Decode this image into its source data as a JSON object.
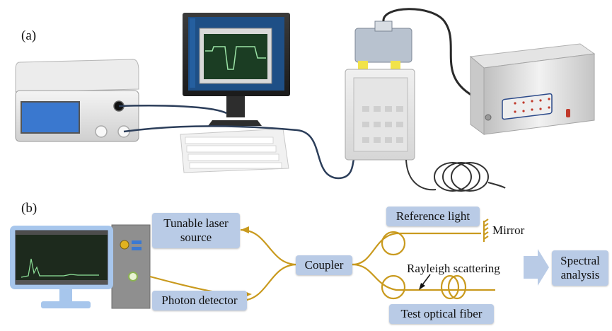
{
  "panel_a": {
    "label": "(a)"
  },
  "panel_b": {
    "label": "(b)",
    "blocks": {
      "tunable_laser": "Tunable laser source",
      "photon_detector": "Photon detector",
      "coupler": "Coupler",
      "reference_light": "Reference light",
      "test_fiber": "Test optical fiber",
      "spectral": "Spectral analysis"
    },
    "labels": {
      "mirror": "Mirror",
      "rayleigh": "Rayleigh scattering"
    }
  },
  "colors": {
    "box_fill": "#b9cbe6",
    "fiber_gold": "#c99a1e",
    "cable_dark": "#2c3e5a",
    "arrow_fill": "#b9cbe6"
  }
}
